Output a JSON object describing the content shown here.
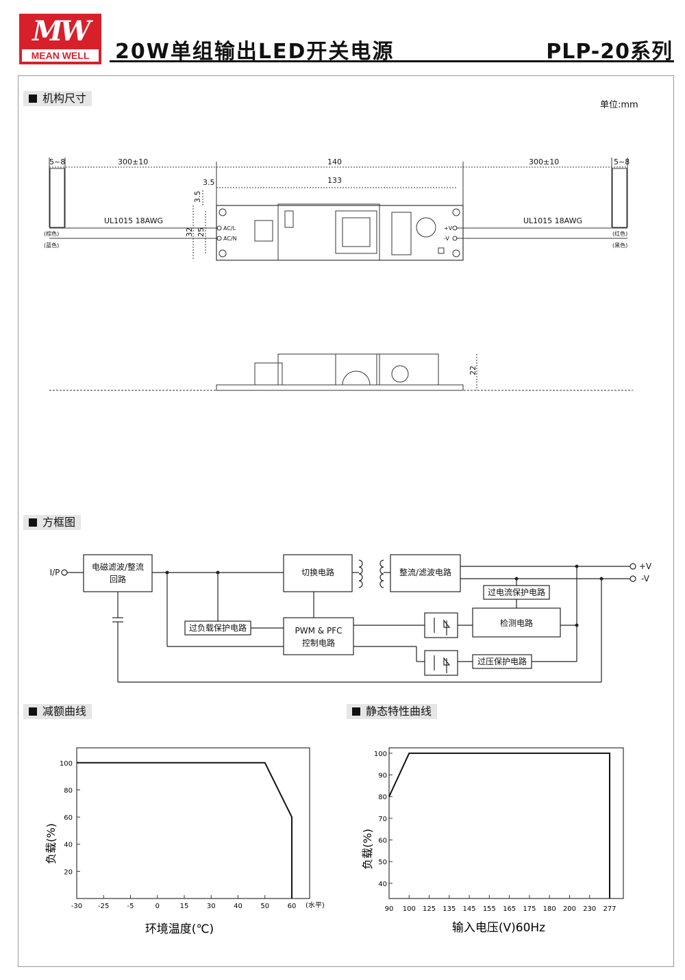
{
  "header": {
    "logo_mark": "MW",
    "logo_text": "MEAN WELL",
    "title": "20W单组输出LED开关电源",
    "series": "PLP-20系列"
  },
  "sections": {
    "mechanical": "机构尺寸",
    "block_diagram": "方框图",
    "derating": "减额曲线",
    "static": "静态特性曲线"
  },
  "mechanical": {
    "unit": "单位:mm",
    "dim_5_8": "5~8",
    "dim_300": "300±10",
    "dim_140": "140",
    "dim_133": "133",
    "dim_3_5": "3.5",
    "dim_32": "32",
    "dim_25": "25",
    "dim_22": "22",
    "wire_label": "UL1015 18AWG",
    "ac_l": "AC/L",
    "ac_n": "AC/N",
    "v_plus": "+V",
    "v_minus": "-V",
    "brown": "(棕色)",
    "blue": "(蓝色)",
    "red": "(红色)",
    "black": "(黑色)"
  },
  "block": {
    "ip": "I/P",
    "emi_line1": "电磁滤波/整流",
    "emi_line2": "回路",
    "switching": "切换电路",
    "rectifier": "整流/滤波电路",
    "ocp": "过电流保护电路",
    "olp": "过负载保护电路",
    "pwm_line1": "PWM & PFC",
    "pwm_line2": "控制电路",
    "detection": "检测电路",
    "ovp": "过压保护电路",
    "out_plus": "+V",
    "out_minus": "-V"
  },
  "chart_data": [
    {
      "type": "line",
      "x": [
        -30,
        50,
        60,
        60
      ],
      "y": [
        100,
        100,
        60,
        0
      ],
      "categories": [
        "-30",
        "-25",
        "-5",
        "0",
        "15",
        "30",
        "40",
        "50",
        "60"
      ],
      "x_note": "(水平)",
      "yticks": [
        20,
        40,
        60,
        80,
        100
      ],
      "ylabel": "负载(%)",
      "xlabel": "环境温度(℃)"
    },
    {
      "type": "line",
      "x": [
        90,
        100,
        277,
        277
      ],
      "y": [
        80,
        100,
        100,
        33
      ],
      "categories": [
        "90",
        "100",
        "125",
        "135",
        "145",
        "155",
        "165",
        "175",
        "180",
        "200",
        "230",
        "277"
      ],
      "yticks": [
        40,
        50,
        60,
        70,
        80,
        90,
        100
      ],
      "ylabel": "负载(%)",
      "xlabel": "输入电压(V)60Hz"
    }
  ]
}
